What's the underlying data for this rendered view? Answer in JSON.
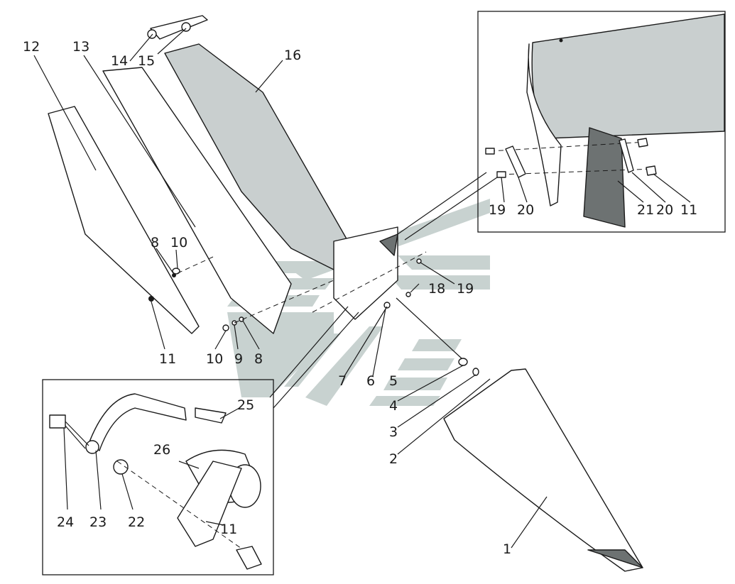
{
  "labels": {
    "l1": "1",
    "l2": "2",
    "l3": "3",
    "l4": "4",
    "l5": "5",
    "l6": "6",
    "l7": "7",
    "l8a": "8",
    "l8b": "8",
    "l9": "9",
    "l10a": "10",
    "l10b": "10",
    "l11a": "11",
    "l11b": "11",
    "l11c": "11",
    "l12": "12",
    "l13": "13",
    "l14": "14",
    "l15": "15",
    "l16": "16",
    "l18": "18",
    "l19a": "19",
    "l19b": "19",
    "l20a": "20",
    "l20b": "20",
    "l21": "21",
    "l22": "22",
    "l23": "23",
    "l24": "24",
    "l25": "25",
    "l26": "26"
  },
  "colors": {
    "watermark": "#c8d2d0",
    "line": "#1a1a1a",
    "shade": "#c9cfcf",
    "dark": "#6d7272"
  }
}
